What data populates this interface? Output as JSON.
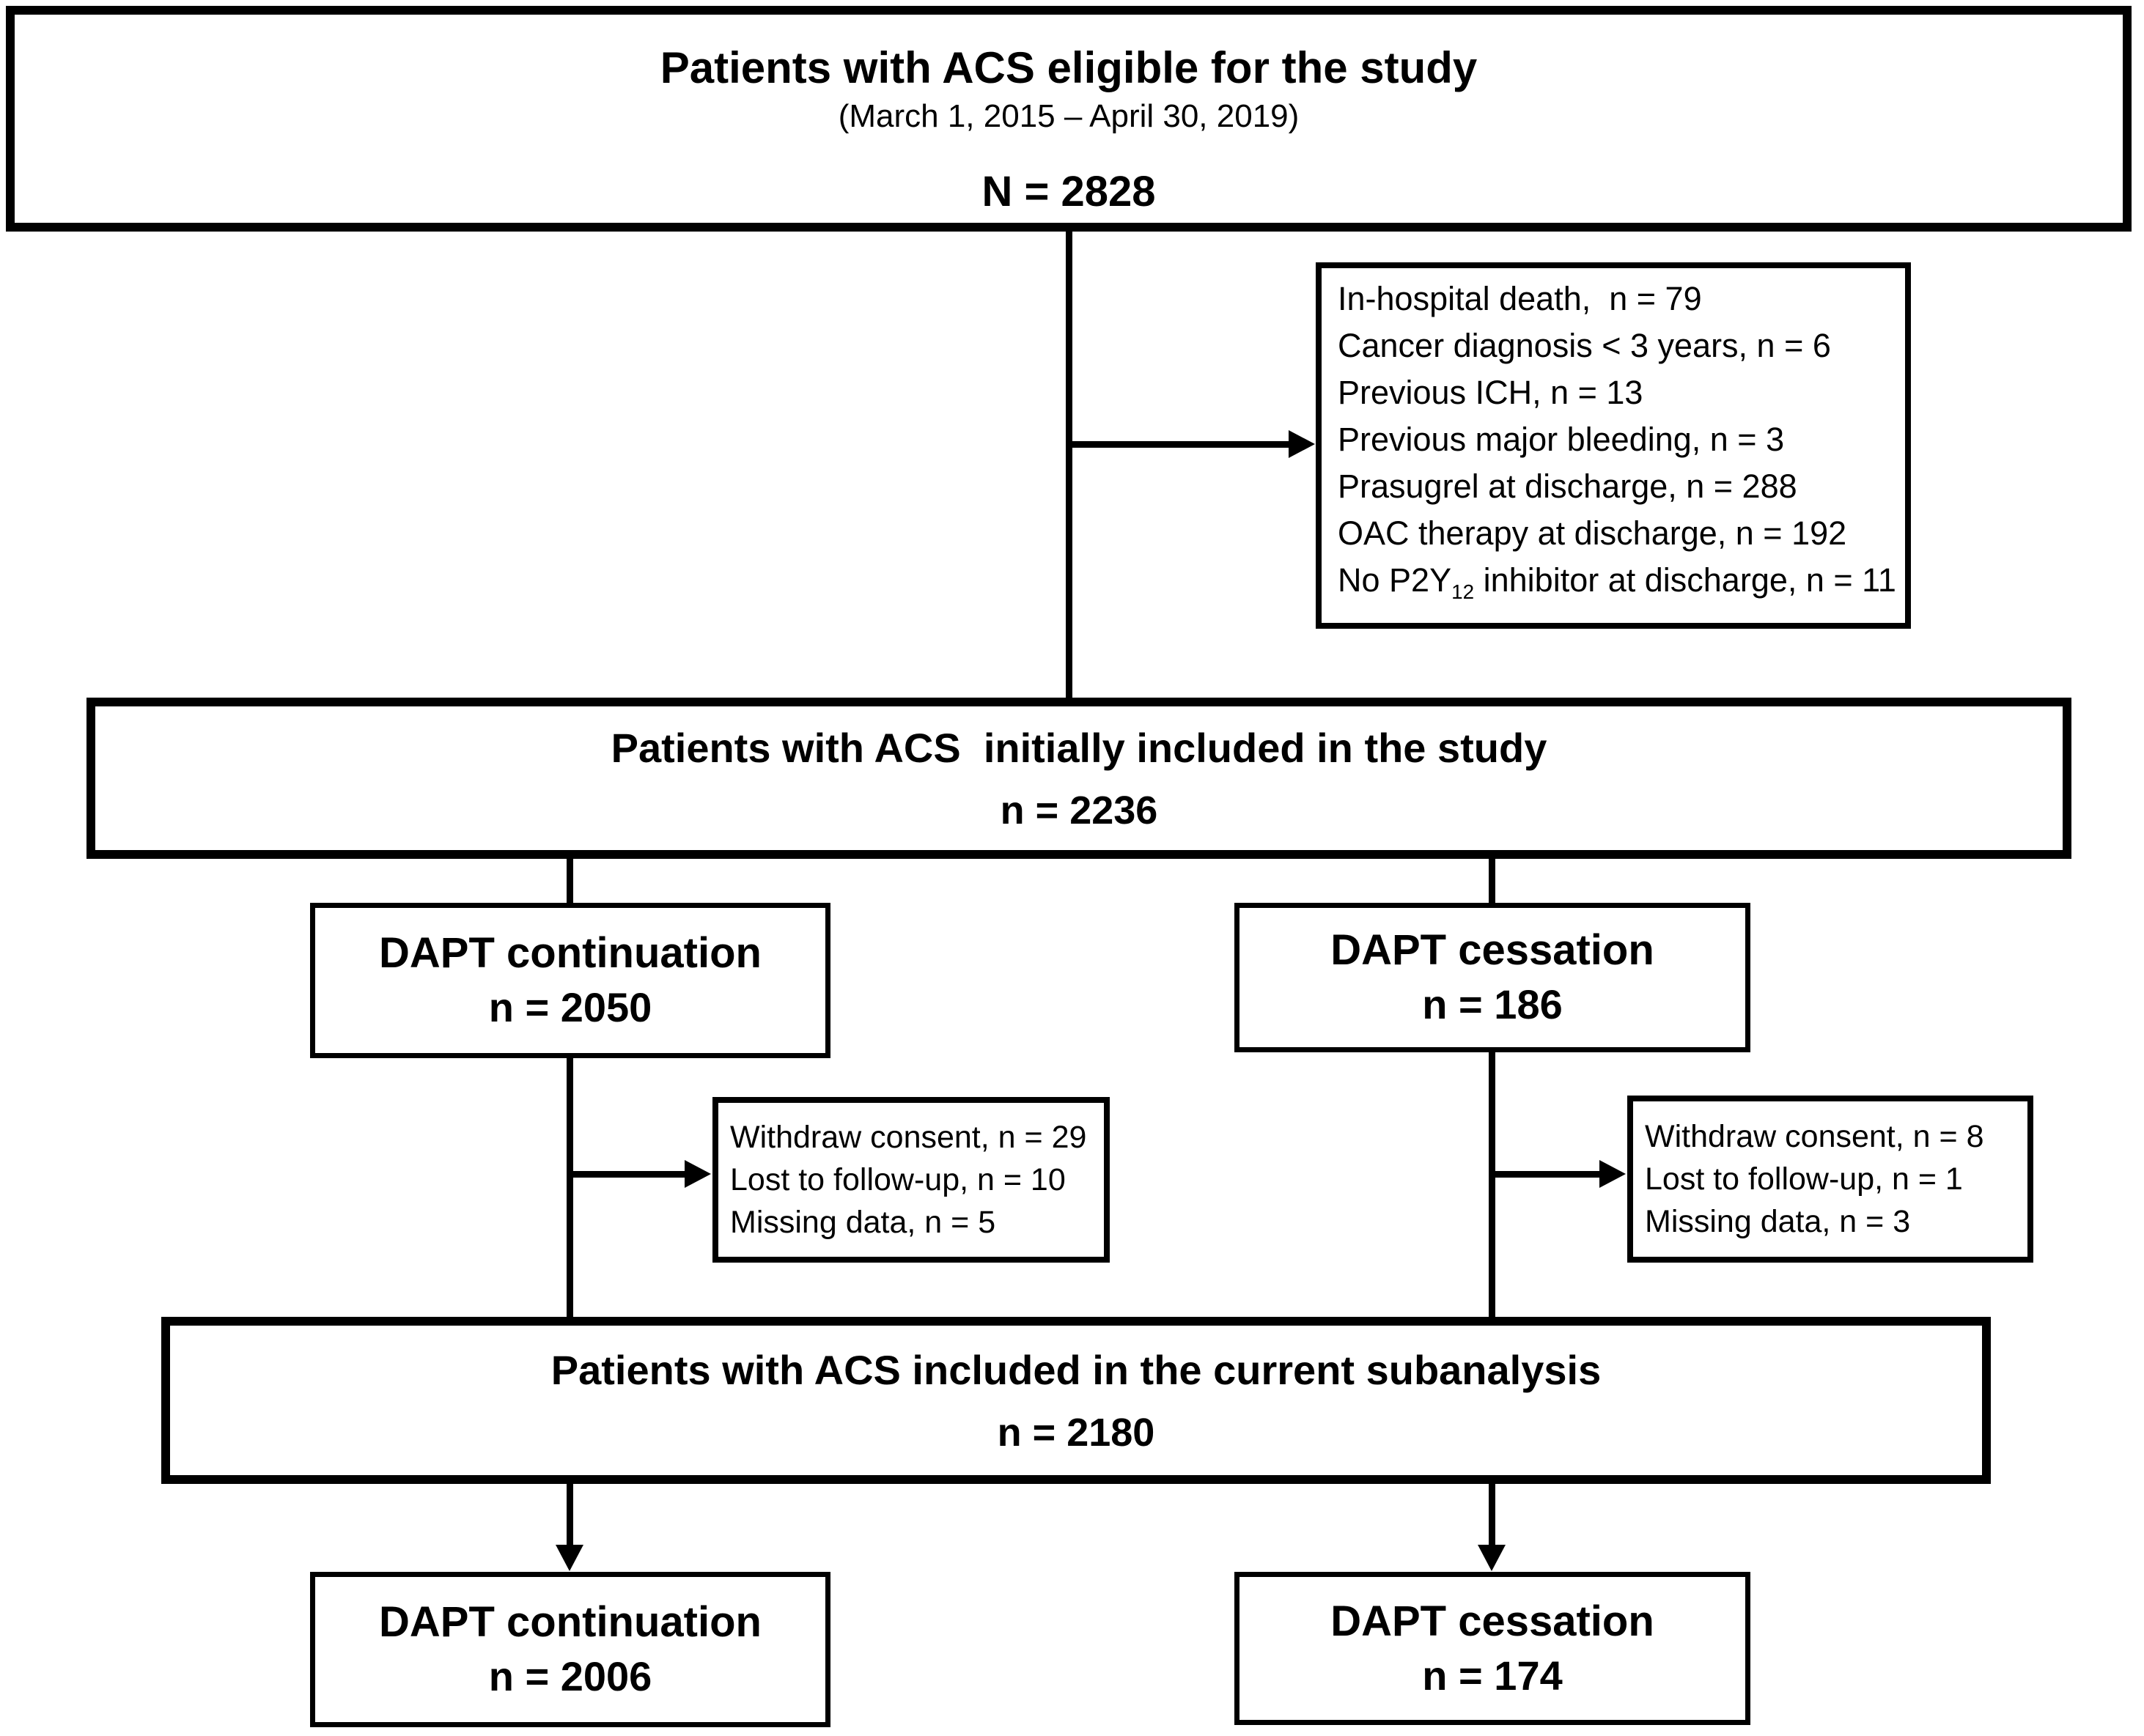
{
  "palette": {
    "background": "#ffffff",
    "box_fill": "#ffffff",
    "line_color": "#000000",
    "text_color": "#000000"
  },
  "flowchart": {
    "eligible": {
      "title": "Patients with ACS eligible for the study",
      "subtitle": "(March 1, 2015 – April 30, 2019)",
      "count": "N = 2828"
    },
    "exclusions_initial": {
      "items": [
        "In-hospital death,  n = 79",
        "Cancer diagnosis < 3 years, n = 6",
        "Previous ICH, n = 13",
        "Previous major bleeding, n = 3",
        "Prasugrel at discharge, n = 288",
        "OAC therapy at discharge, n = 192"
      ],
      "item_p2y12": {
        "pre": "No P2Y",
        "sub": "12",
        "post": " inhibitor at discharge, n = 11"
      }
    },
    "initial": {
      "title": "Patients with ACS  initially included in the study",
      "count": "n = 2236"
    },
    "dapt_continuation": {
      "title": "DAPT continuation",
      "count": "n = 2050"
    },
    "dapt_cessation": {
      "title": "DAPT cessation",
      "count": "n = 186"
    },
    "exclusions_continuation": {
      "items": [
        "Withdraw consent, n = 29",
        "Lost to follow-up, n = 10",
        "Missing data, n = 5"
      ]
    },
    "exclusions_cessation": {
      "items": [
        "Withdraw consent, n = 8",
        "Lost to follow-up, n = 1",
        "Missing data, n = 3"
      ]
    },
    "subanalysis": {
      "title": "Patients with ACS included in the current subanalysis",
      "count": "n = 2180"
    },
    "dapt_continuation_final": {
      "title": "DAPT continuation",
      "count": "n = 2006"
    },
    "dapt_cessation_final": {
      "title": "DAPT cessation",
      "count": "n = 174"
    }
  }
}
